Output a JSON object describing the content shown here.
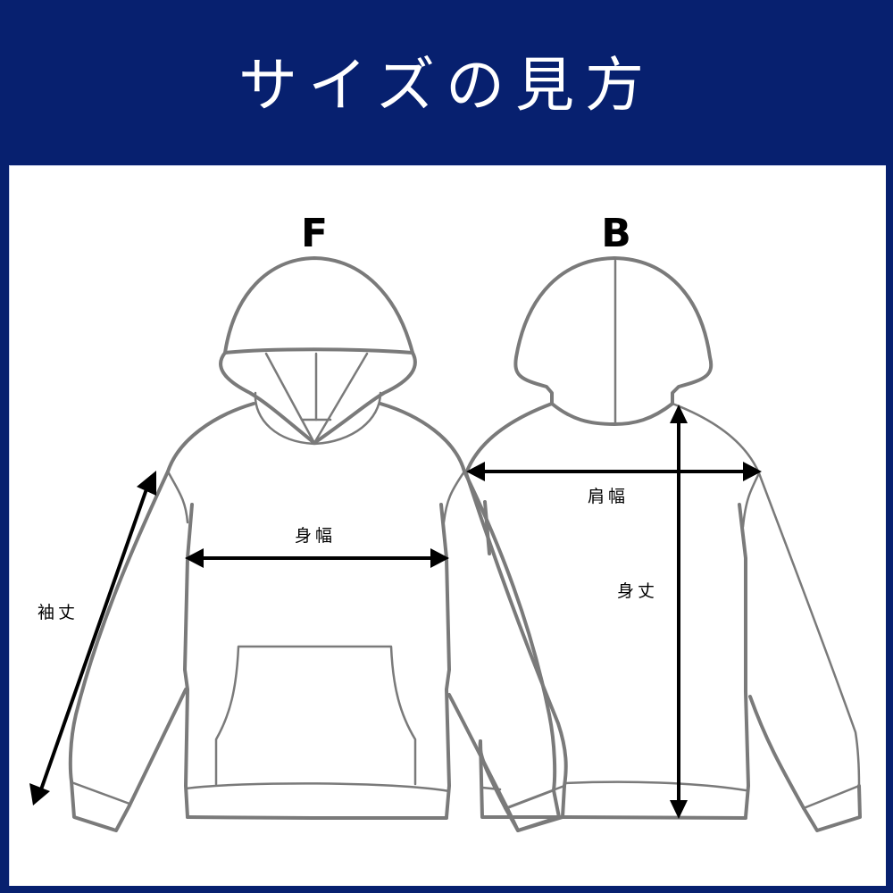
{
  "header": {
    "title": "サイズの見方",
    "background_color": "#07206f",
    "text_color": "#ffffff"
  },
  "diagram": {
    "front_view": {
      "label": "F"
    },
    "back_view": {
      "label": "B"
    },
    "measurements": {
      "sleeve_length": "袖丈",
      "body_width": "身幅",
      "shoulder_width": "肩幅",
      "body_length": "身丈"
    },
    "colors": {
      "outline": "#7a7a7a",
      "arrow": "#000000",
      "panel": "#ffffff"
    }
  }
}
